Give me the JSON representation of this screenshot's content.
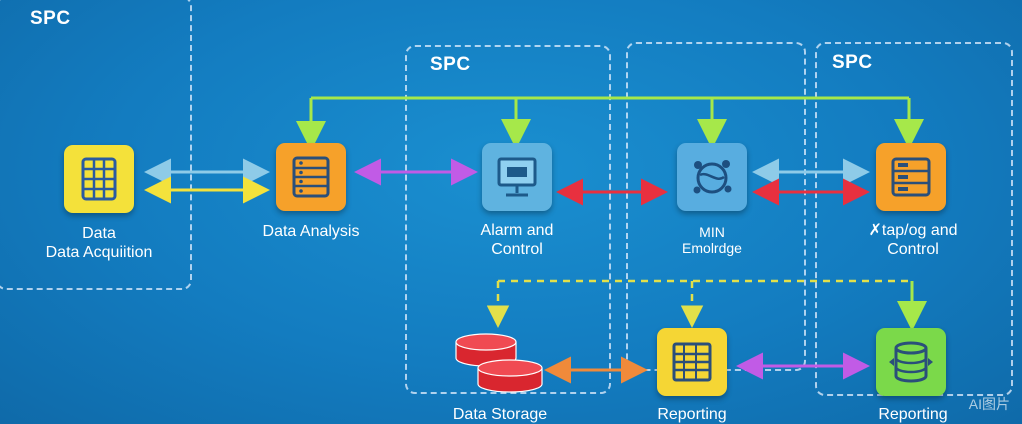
{
  "groups": [
    {
      "id": "g1",
      "label": "SPC"
    },
    {
      "id": "g2",
      "label": "SPC"
    },
    {
      "id": "g3",
      "label": ""
    },
    {
      "id": "g4",
      "label": "SPC"
    }
  ],
  "nodes": {
    "data_acquisition": {
      "line1": "Data",
      "line2": "Data Acquiition",
      "color": "#f4e13a",
      "icon": "grid-table-icon"
    },
    "data_analysis": {
      "line1": "Data Analysis",
      "color": "#f6a12a",
      "icon": "server-rack-icon"
    },
    "alarm_control": {
      "line1": "Alarm and",
      "line2": "Control",
      "color": "#5fb3e0",
      "icon": "monitor-icon"
    },
    "min": {
      "line1": "MIN",
      "line2": "Emolrdge",
      "color": "#58ade0",
      "icon": "globe-network-icon"
    },
    "catalog_control": {
      "line1": "✗tap/og and",
      "line2": "Control",
      "color": "#f6a12a",
      "icon": "server-rack-icon"
    },
    "data_storage": {
      "line1": "Data Storage",
      "color": "#e8303f",
      "icon": "database-icon"
    },
    "reporting_1": {
      "line1": "Reporting",
      "color": "#f5d634",
      "icon": "server-rack-icon"
    },
    "reporting_2": {
      "line1": "Reporting",
      "color": "#7bd94a",
      "icon": "database-icon"
    }
  },
  "colors": {
    "feedback_line": "#a6e84a",
    "arrow_blue": "#8ecbe8",
    "arrow_yellow": "#f3e23c",
    "arrow_purple": "#c15be6",
    "arrow_red": "#e8303f",
    "arrow_orange": "#f08a3a",
    "dashed_yellow": "#e2e04a"
  },
  "watermark": "AI图片"
}
